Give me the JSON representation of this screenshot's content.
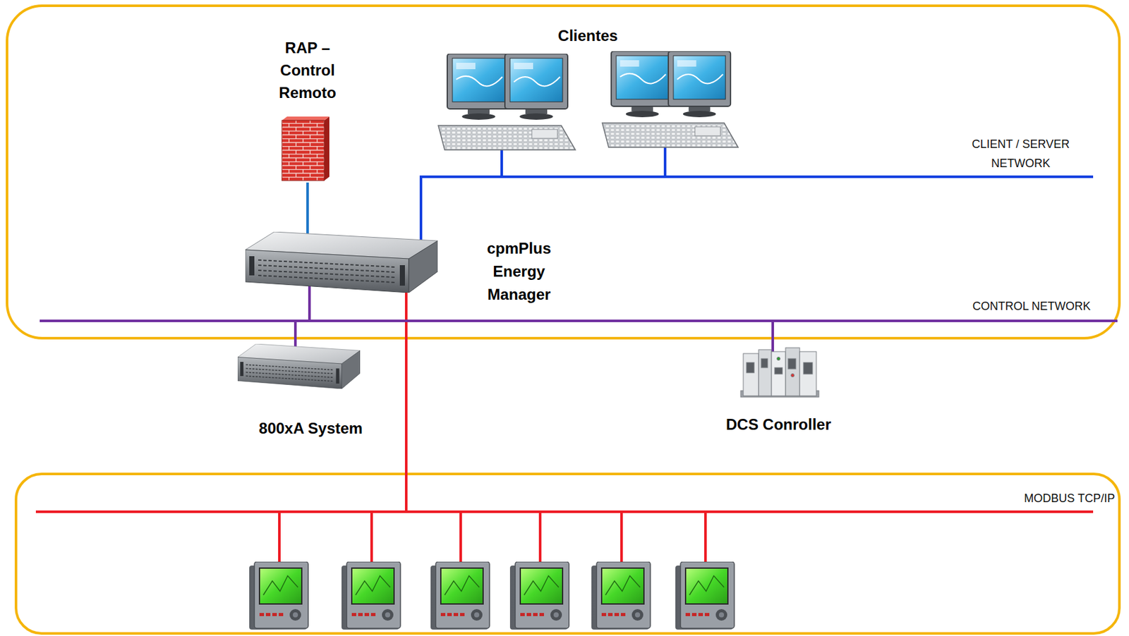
{
  "diagram": {
    "nodes": [
      {
        "text": [
          "RAP – Control Remoto"
        ]
      },
      {
        "text": [
          "Clientes"
        ]
      },
      {
        "text": [
          "cpmPlus Energy Manager"
        ]
      },
      {
        "text": [
          "800xA System"
        ]
      },
      {
        "text": [
          "DCS Conroller"
        ]
      }
    ],
    "edges": [
      {
        "from": 0,
        "to": 2,
        "arrow": "none"
      },
      {
        "from": 2,
        "to": 1,
        "arrow": "none"
      },
      {
        "from": 2,
        "to": 3,
        "arrow": "none"
      },
      {
        "from": 2,
        "to": 4,
        "arrow": "none"
      }
    ],
    "labels": [
      "CLIENT / SERVER NETWORK",
      "CONTROL NETWORK",
      "MODBUS TCP/IP"
    ]
  }
}
